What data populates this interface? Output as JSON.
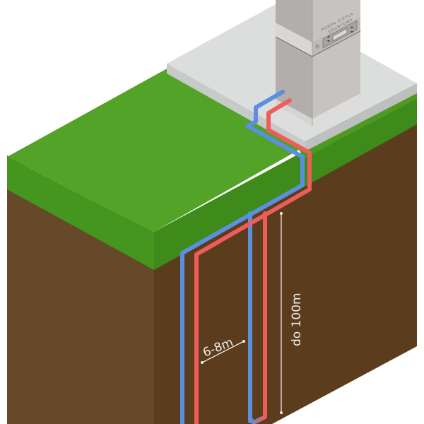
{
  "diagram": {
    "title": "Vertical ground source heat pump installation",
    "device": {
      "label_line1": "POMPA CIEPŁA",
      "label_line2": "GRUNTOWA",
      "display": "",
      "power_icon": "power-icon",
      "arrow_icons": [
        "up-down-arrows-icon",
        "up-down-arrows-icon"
      ]
    },
    "annotations": {
      "borehole_spacing": "6-8m",
      "borehole_depth": "do 100m"
    },
    "pipes": {
      "supply_color": "#ef5d5b",
      "return_color": "#5b8fe0"
    },
    "colors": {
      "grass_top": "#52a327",
      "grass_front": "#44961f",
      "grass_right": "#3e8a1a",
      "soil_front": "#664928",
      "soil_right": "#5b3c1d",
      "slab_top": "#dcdddd",
      "slab_edge": "#c2c3c3",
      "unit_left": "#b1aeab",
      "unit_right": "#c6c3c0",
      "label_text": "#f2ede6"
    }
  }
}
